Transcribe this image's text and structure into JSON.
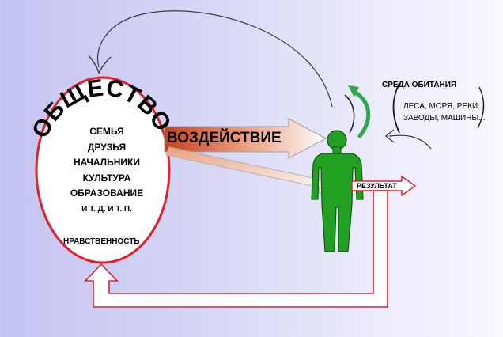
{
  "society": {
    "title": "ОБЩЕСТВО",
    "items": [
      "СЕМЬЯ",
      "ДРУЗЬЯ",
      "НАЧАЛЬНИКИ",
      "КУЛЬТУРА",
      "ОБРАЗОВАНИЕ",
      "И Т. Д. И Т. П."
    ],
    "morality_label": "НРАВСТВЕННОСТЬ"
  },
  "influence_label": "ВОЗДЕЙСТВИЕ",
  "result_label": "РЕЗУЛЬТАТ",
  "habitat": {
    "title": "СРЕДА ОБИТАНИЯ",
    "items": [
      "ЛЕСА, МОРЯ, РЕКИ...",
      "ЗАВОДЫ, МАШИНЫ..."
    ]
  },
  "colors": {
    "ellipse_fill": "#ffffff",
    "ellipse_border": "#e0202a",
    "person_fill": "#22a022",
    "influence_arrow_start": "#d04020",
    "influence_arrow_end": "#ffffff",
    "feedback_outline": "#e0202a",
    "habitat_arrow": "#2ea84a"
  }
}
